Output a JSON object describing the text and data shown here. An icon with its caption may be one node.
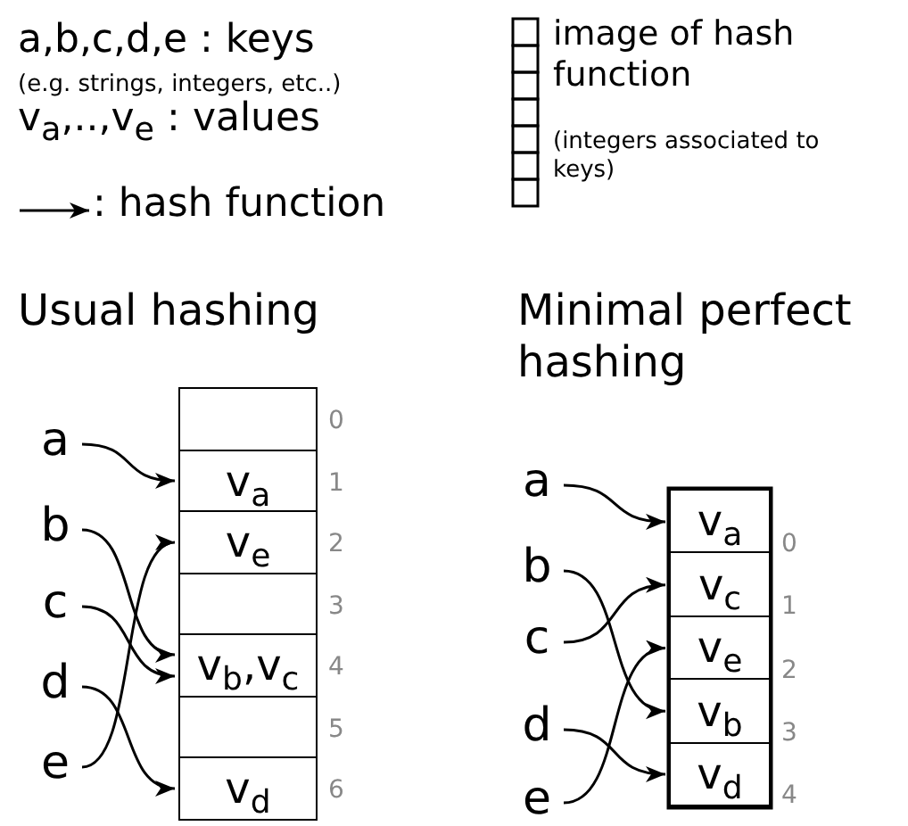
{
  "diagram": {
    "nodes": [
      {
        "text": [
          "a"
        ]
      },
      {
        "text": [
          "b"
        ]
      },
      {
        "text": [
          "c"
        ]
      },
      {
        "text": [
          "d"
        ]
      },
      {
        "text": [
          "e"
        ]
      },
      {
        "text": [],
        "shape": "box",
        "beside": [
          "0"
        ]
      },
      {
        "text": [
          "v$_{a}$"
        ],
        "beside": [
          "1"
        ]
      },
      {
        "text": [
          "v$_{e}$"
        ],
        "beside": [
          "2"
        ]
      },
      {
        "text": [],
        "shape": "box",
        "beside": [
          "3"
        ]
      },
      {
        "text": [
          "v$_{b}$,v$_{c}$"
        ],
        "beside": [
          "4"
        ]
      },
      {
        "text": [],
        "shape": "box",
        "beside": [
          "5"
        ]
      },
      {
        "text": [
          "v$_{d}$"
        ],
        "beside": [
          "6"
        ]
      },
      {
        "text": [
          "a"
        ]
      },
      {
        "text": [
          "b"
        ]
      },
      {
        "text": [
          "c"
        ]
      },
      {
        "text": [
          "d"
        ]
      },
      {
        "text": [
          "e"
        ]
      },
      {
        "text": [
          "v$_{a}$"
        ],
        "beside": [
          "0"
        ]
      },
      {
        "text": [
          "v$_{c}$"
        ],
        "beside": [
          "1"
        ]
      },
      {
        "text": [
          "v$_{e}$"
        ],
        "beside": [
          "2"
        ]
      },
      {
        "text": [
          "v$_{b}$"
        ],
        "beside": [
          "3"
        ]
      },
      {
        "text": [
          "v$_{d}$"
        ],
        "beside": [
          "4"
        ]
      }
    ],
    "edges": [
      {
        "from": 0,
        "to": 6,
        "arrow": "to"
      },
      {
        "from": 1,
        "to": 9,
        "arrow": "to"
      },
      {
        "from": 2,
        "to": 9,
        "arrow": "to"
      },
      {
        "from": 3,
        "to": 11,
        "arrow": "to"
      },
      {
        "from": 4,
        "to": 7,
        "arrow": "to"
      },
      {
        "from": 12,
        "to": 17,
        "arrow": "to"
      },
      {
        "from": 13,
        "to": 20,
        "arrow": "to"
      },
      {
        "from": 14,
        "to": 18,
        "arrow": "to"
      },
      {
        "from": 15,
        "to": 21,
        "arrow": "to"
      },
      {
        "from": 16,
        "to": 19,
        "arrow": "to"
      }
    ],
    "labels": [
      "a,b,c,d,e : keys",
      "(e.g. strings, integers, etc..)",
      "v$_{a}$,..,v$_{e}$ : values",
      "(integers associated to keys)",
      "Usual hashing",
      "Minimal perfect hashing"
    ],
    "legend": [
      {
        "text": ": hash function"
      },
      {
        "text": "image of hash function"
      }
    ]
  }
}
